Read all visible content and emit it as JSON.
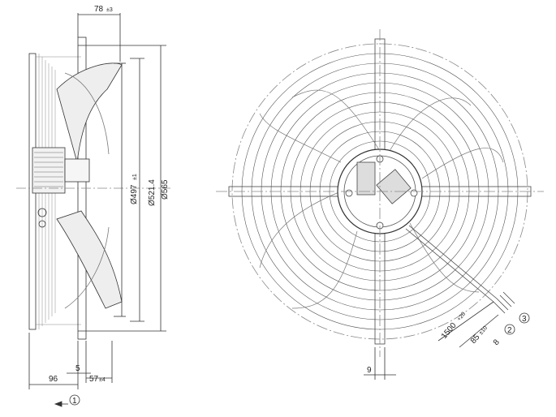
{
  "side_view": {
    "dim_top": {
      "value": "78",
      "tol": "±3"
    },
    "dim_d1": {
      "value": "Ø497",
      "tol": "±1"
    },
    "dim_d2": {
      "value": "Ø521.4"
    },
    "dim_d3": {
      "value": "Ø565"
    },
    "dim_bottom_5": {
      "value": "5"
    },
    "dim_bottom_96": {
      "value": "96"
    },
    "dim_bottom_57": {
      "value": "57",
      "tol": "±4"
    },
    "callout_1": "1"
  },
  "front_view": {
    "dim_9": "9",
    "dim_cable": {
      "value": "1500",
      "tol": "+20"
    },
    "dim_strip": {
      "value": "85",
      "tol": "±10"
    },
    "dim_strip2": "8",
    "callout_2": "2",
    "callout_3": "3"
  },
  "colors": {
    "line": "#333333",
    "light": "#9a9a9a",
    "center": "#888888"
  }
}
